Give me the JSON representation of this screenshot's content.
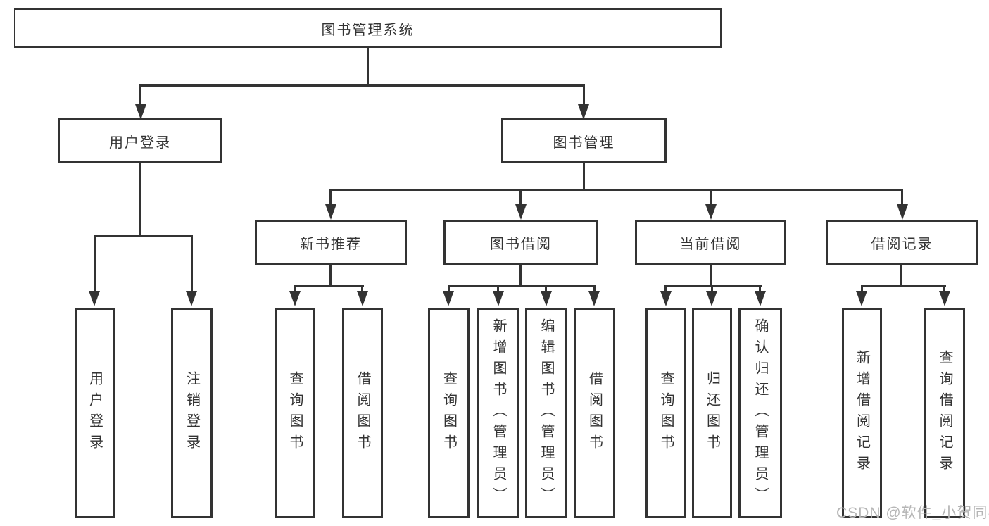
{
  "tree": {
    "label": "图书管理系统",
    "children": [
      {
        "label": "用户登录",
        "children": [
          {
            "label": "用户登录"
          },
          {
            "label": "注销登录"
          }
        ]
      },
      {
        "label": "图书管理",
        "children": [
          {
            "label": "新书推荐",
            "children": [
              {
                "label": "查询图书"
              },
              {
                "label": "借阅图书"
              }
            ]
          },
          {
            "label": "图书借阅",
            "children": [
              {
                "label": "查询图书"
              },
              {
                "label": "新增图书（管理员）"
              },
              {
                "label": "编辑图书（管理员）"
              },
              {
                "label": "借阅图书"
              }
            ]
          },
          {
            "label": "当前借阅",
            "children": [
              {
                "label": "查询图书"
              },
              {
                "label": "归还图书"
              },
              {
                "label": "确认归还（管理员）"
              }
            ]
          },
          {
            "label": "借阅记录",
            "children": [
              {
                "label": "新增借阅记录"
              },
              {
                "label": "查询借阅记录"
              }
            ]
          }
        ]
      }
    ]
  },
  "watermark": {
    "text": "CSDN @软件_小贺同学"
  },
  "colors": {
    "line": "#333333",
    "box_border": "#333333",
    "text": "#333333",
    "background": "#ffffff",
    "watermark": "#b5b5b5"
  },
  "icons": {
    "arrowhead-down-icon": "▼"
  }
}
